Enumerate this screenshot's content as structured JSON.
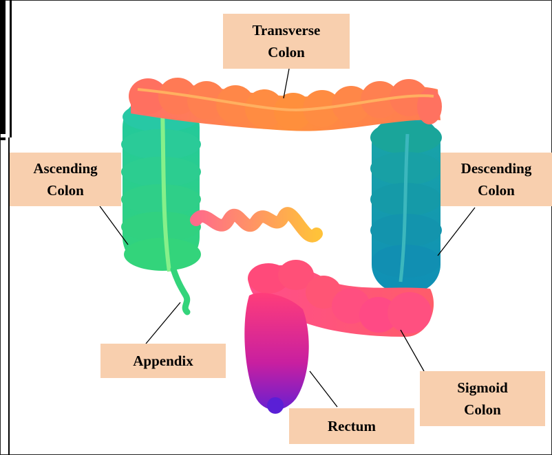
{
  "labels": {
    "transverse": [
      "Transverse",
      "Colon"
    ],
    "ascending": [
      "Ascending",
      "Colon"
    ],
    "descending": [
      "Descending",
      "Colon"
    ],
    "appendix": "Appendix",
    "sigmoid": [
      "Sigmoid",
      "Colon"
    ],
    "rectum": "Rectum"
  },
  "colors": {
    "label_bg": "#f8cfae",
    "transverse": "#ff8a3d",
    "ascending": "#2fd18a",
    "descending": "#17a3b5",
    "sigmoid": "#ff4d7a",
    "rectum": "#b41fa8",
    "small_intestine_start": "#ff6b8a",
    "small_intestine_end": "#ffc23a"
  }
}
